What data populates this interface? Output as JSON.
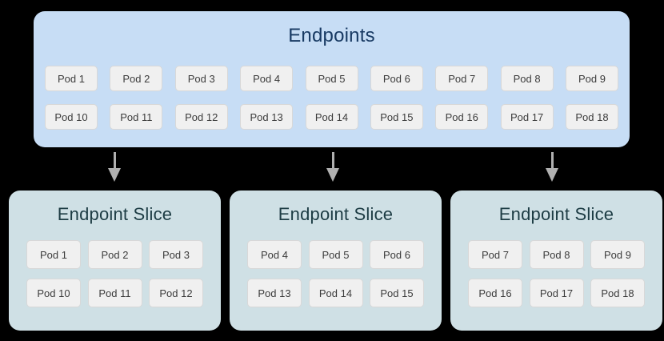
{
  "diagram": {
    "background_color": "#000000",
    "endpoints": {
      "title": "Endpoints",
      "panel_color": "#c7ddf5",
      "title_color": "#183a63",
      "rows": [
        [
          "Pod 1",
          "Pod 2",
          "Pod 3",
          "Pod 4",
          "Pod 5",
          "Pod 6",
          "Pod 7",
          "Pod 8",
          "Pod 9"
        ],
        [
          "Pod 10",
          "Pod 11",
          "Pod 12",
          "Pod 13",
          "Pod 14",
          "Pod 15",
          "Pod 16",
          "Pod 17",
          "Pod 18"
        ]
      ]
    },
    "arrow_color": "#b0b0b0",
    "arrow_count": 3,
    "pod_color": "#f0f0f0",
    "pod_text_color": "#3c3c3c",
    "slices": [
      {
        "title": "Endpoint Slice",
        "panel_color": "#cfe0e5",
        "title_color": "#1d3c44",
        "rows": [
          [
            "Pod 1",
            "Pod 2",
            "Pod 3"
          ],
          [
            "Pod 10",
            "Pod 11",
            "Pod 12"
          ]
        ]
      },
      {
        "title": "Endpoint Slice",
        "panel_color": "#cfe0e5",
        "title_color": "#1d3c44",
        "rows": [
          [
            "Pod 4",
            "Pod 5",
            "Pod 6"
          ],
          [
            "Pod 13",
            "Pod 14",
            "Pod 15"
          ]
        ]
      },
      {
        "title": "Endpoint Slice",
        "panel_color": "#cfe0e5",
        "title_color": "#1d3c44",
        "rows": [
          [
            "Pod 7",
            "Pod 8",
            "Pod 9"
          ],
          [
            "Pod 16",
            "Pod 17",
            "Pod 18"
          ]
        ]
      }
    ]
  }
}
